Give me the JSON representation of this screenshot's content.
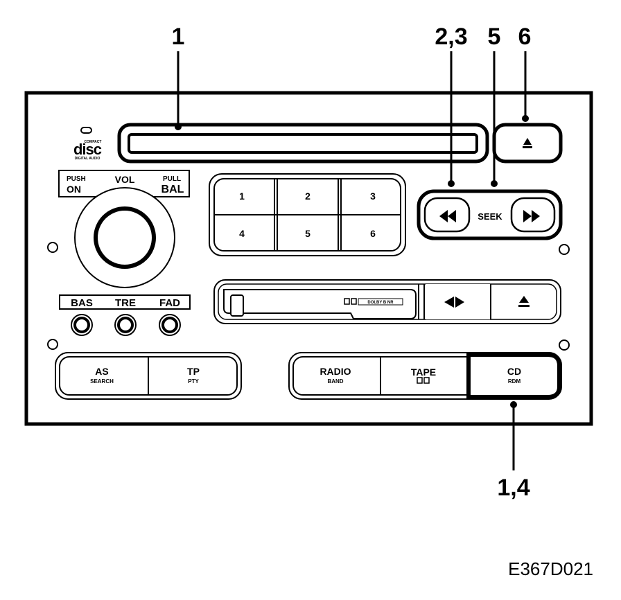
{
  "figure_id": "E367D021",
  "callouts": {
    "slot": "1",
    "seek_ctrl": "2,3",
    "seek": "5",
    "eject": "6",
    "cd_mode": "1,4"
  },
  "cd_logo": {
    "line1": "COMPACT",
    "line2": "disc",
    "line3": "DIGITAL AUDIO"
  },
  "volume": {
    "push": "PUSH",
    "on": "ON",
    "vol": "VOL",
    "pull": "PULL",
    "bal": "BAL"
  },
  "tone": {
    "bas": "BAS",
    "tre": "TRE",
    "fad": "FAD"
  },
  "presets": [
    "1",
    "2",
    "3",
    "4",
    "5",
    "6"
  ],
  "seek": {
    "label": "SEEK",
    "back_icon": "rewind-icon",
    "fwd_icon": "fast-forward-icon"
  },
  "cassette": {
    "dolby": "DOLBY B NR",
    "direction_icon": "tape-direction-icon",
    "eject_icon": "eject-icon"
  },
  "cd_eject_icon": "eject-icon",
  "buttons": {
    "as": "AS",
    "as_sub": "SEARCH",
    "tp": "TP",
    "tp_sub": "PTY",
    "radio": "RADIO",
    "radio_sub": "BAND",
    "tape": "TAPE",
    "tape_sub": "DOLBY",
    "cd": "CD",
    "cd_sub": "RDM"
  }
}
